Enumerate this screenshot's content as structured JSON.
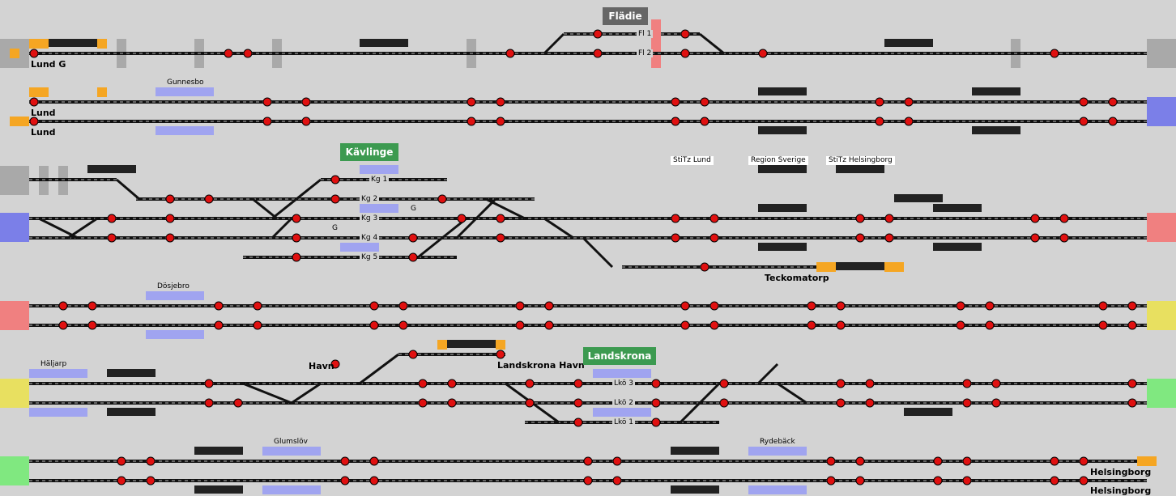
{
  "stations": {
    "lund_g": "Lund G",
    "lund_1": "Lund",
    "lund_2": "Lund",
    "fladie": "Flädie",
    "kavlinge": "Kävlinge",
    "teckomatorp": "Teckomatorp",
    "havn": "Havn",
    "landskrona_havn": "Landskrona Havn",
    "landskrona": "Landskrona",
    "helsingborg_1": "Helsingborg",
    "helsingborg_2": "Helsingborg"
  },
  "zones": {
    "gunnesbo": "Gunnesbo",
    "dosjebro": "Dösjebro",
    "haljarp": "Häljarp",
    "glumslov": "Glumslöv",
    "rydeback": "Rydebäck"
  },
  "control_areas": {
    "stitz_lund": "StiTz Lund",
    "region_sverige": "Region Sverige",
    "stitz_helsingborg": "StiTz Helsingborg"
  },
  "tracks": {
    "fl1": "Fl 1",
    "fl2": "Fl 2",
    "kg1": "Kg 1",
    "kg2": "Kg 2",
    "kg3": "Kg 3",
    "kg4": "Kg 4",
    "kg5": "Kg 5",
    "g1": "G",
    "g2": "G",
    "lko3": "Lkö 3",
    "lko2": "Lkö 2",
    "lko1": "Lkö 1"
  },
  "colors": {
    "background": "#d3d3d3",
    "track": "#1a1a1a",
    "signal_red": "#e01010",
    "orange": "#f5a623",
    "blue_zone": "#a0a4f0",
    "edge_gray": "#a9a9a9",
    "edge_blue": "#7b7fe8",
    "edge_red": "#f08080",
    "edge_yellow": "#e8e060",
    "edge_green": "#80e880",
    "station_gray": "#666666",
    "station_green": "#3c9a50"
  }
}
